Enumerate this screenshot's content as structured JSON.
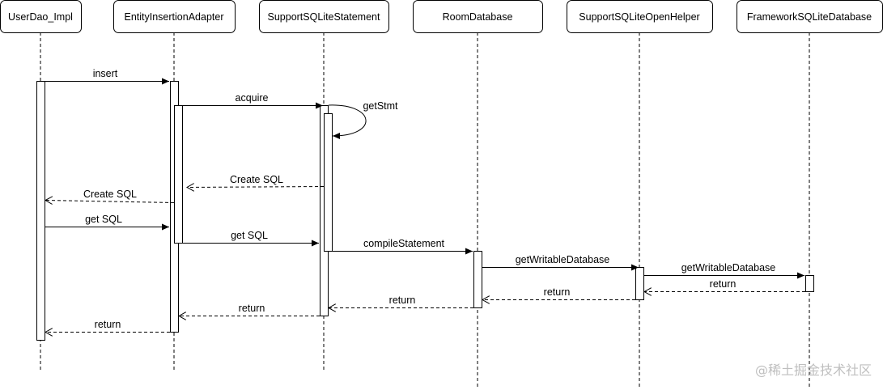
{
  "participants": [
    {
      "id": "userdao",
      "label": "UserDao_Impl"
    },
    {
      "id": "adapter",
      "label": "EntityInsertionAdapter"
    },
    {
      "id": "statement",
      "label": "SupportSQLiteStatement"
    },
    {
      "id": "roomdb",
      "label": "RoomDatabase"
    },
    {
      "id": "openhelper",
      "label": "SupportSQLiteOpenHelper"
    },
    {
      "id": "frameworkdb",
      "label": "FrameworkSQLiteDatabase"
    }
  ],
  "messages": [
    {
      "id": "insert",
      "label": "insert",
      "from": "userdao",
      "to": "adapter",
      "kind": "call"
    },
    {
      "id": "acquire",
      "label": "acquire",
      "from": "adapter",
      "to": "statement",
      "kind": "call"
    },
    {
      "id": "getstmt",
      "label": "getStmt",
      "from": "statement",
      "to": "statement",
      "kind": "self"
    },
    {
      "id": "createsql1",
      "label": "Create SQL",
      "from": "statement",
      "to": "adapter",
      "kind": "return"
    },
    {
      "id": "createsql2",
      "label": "Create SQL",
      "from": "adapter",
      "to": "userdao",
      "kind": "return"
    },
    {
      "id": "getsql1",
      "label": "get SQL",
      "from": "userdao",
      "to": "adapter",
      "kind": "call"
    },
    {
      "id": "getsql2",
      "label": "get SQL",
      "from": "adapter",
      "to": "statement",
      "kind": "call"
    },
    {
      "id": "compile",
      "label": "compileStatement",
      "from": "statement",
      "to": "roomdb",
      "kind": "call"
    },
    {
      "id": "getwritable1",
      "label": "getWritableDatabase",
      "from": "roomdb",
      "to": "openhelper",
      "kind": "call"
    },
    {
      "id": "getwritable2",
      "label": "getWritableDatabase",
      "from": "openhelper",
      "to": "frameworkdb",
      "kind": "call"
    },
    {
      "id": "return1",
      "label": "return",
      "from": "frameworkdb",
      "to": "openhelper",
      "kind": "return"
    },
    {
      "id": "return2",
      "label": "return",
      "from": "openhelper",
      "to": "roomdb",
      "kind": "return"
    },
    {
      "id": "return3",
      "label": "return",
      "from": "roomdb",
      "to": "statement",
      "kind": "return"
    },
    {
      "id": "return4",
      "label": "return",
      "from": "statement",
      "to": "adapter",
      "kind": "return"
    },
    {
      "id": "return5",
      "label": "return",
      "from": "adapter",
      "to": "userdao",
      "kind": "return"
    }
  ],
  "watermark": "@稀土掘金技术社区"
}
